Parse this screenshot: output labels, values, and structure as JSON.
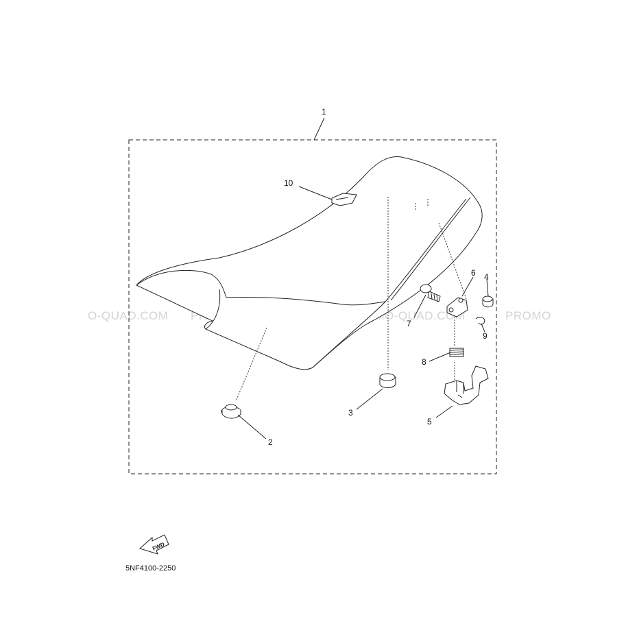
{
  "watermark": {
    "text_1": "O-QUAD.COM",
    "text_2": "PROMO-QUAD.COM",
    "text_3": "PROMO-QUAD.COM",
    "text_4": "PROMO"
  },
  "callouts": {
    "c1": "1",
    "c2": "2",
    "c3": "3",
    "c4": "4",
    "c5": "5",
    "c6": "6",
    "c7": "7",
    "c8": "8",
    "c9": "9",
    "c10": "10"
  },
  "fwd_label": "FWD",
  "diagram_code": "5NF4100-2250"
}
